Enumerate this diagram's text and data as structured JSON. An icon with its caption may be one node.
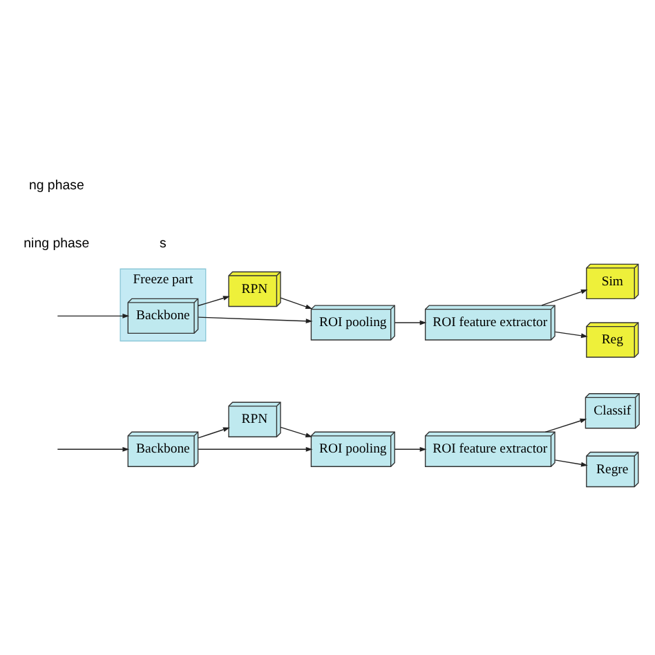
{
  "diagram": {
    "nodes": [
      {
        "text": [
          "Backbone"
        ]
      },
      {
        "text": [
          "RPN"
        ]
      },
      {
        "text": [
          "ROI pooling"
        ]
      },
      {
        "text": [
          "ROI feature extractor"
        ]
      },
      {
        "text": [
          "Classif"
        ]
      },
      {
        "text": [
          "Regre"
        ]
      },
      {
        "text": [
          "Freeze part"
        ]
      },
      {
        "text": [
          "Backbone"
        ],
        "in": 6
      },
      {
        "text": [
          "RPN"
        ]
      },
      {
        "text": [
          "ROI pooling"
        ]
      },
      {
        "text": [
          "ROI feature extractor"
        ]
      },
      {
        "text": [
          "Sim"
        ]
      },
      {
        "text": [
          "Reg"
        ]
      }
    ],
    "edges": [
      {
        "from": null,
        "to": 0,
        "arrow": "to"
      },
      {
        "from": 0,
        "to": 1,
        "arrow": "to"
      },
      {
        "from": 0,
        "to": 2,
        "arrow": "to"
      },
      {
        "from": 1,
        "to": 2,
        "arrow": "to"
      },
      {
        "from": 2,
        "to": 3,
        "arrow": "to"
      },
      {
        "from": 3,
        "to": 4,
        "arrow": "to"
      },
      {
        "from": 3,
        "to": 5,
        "arrow": "to"
      },
      {
        "from": null,
        "to": 7,
        "arrow": "to"
      },
      {
        "from": 7,
        "to": 8,
        "arrow": "to"
      },
      {
        "from": 7,
        "to": 9,
        "arrow": "to"
      },
      {
        "from": 8,
        "to": 9,
        "arrow": "to"
      },
      {
        "from": 9,
        "to": 10,
        "arrow": "to"
      },
      {
        "from": 10,
        "to": 11,
        "arrow": "to"
      },
      {
        "from": 10,
        "to": 12,
        "arrow": "to"
      }
    ],
    "labels": [
      "ning phase",
      "s",
      "ng phase"
    ]
  }
}
